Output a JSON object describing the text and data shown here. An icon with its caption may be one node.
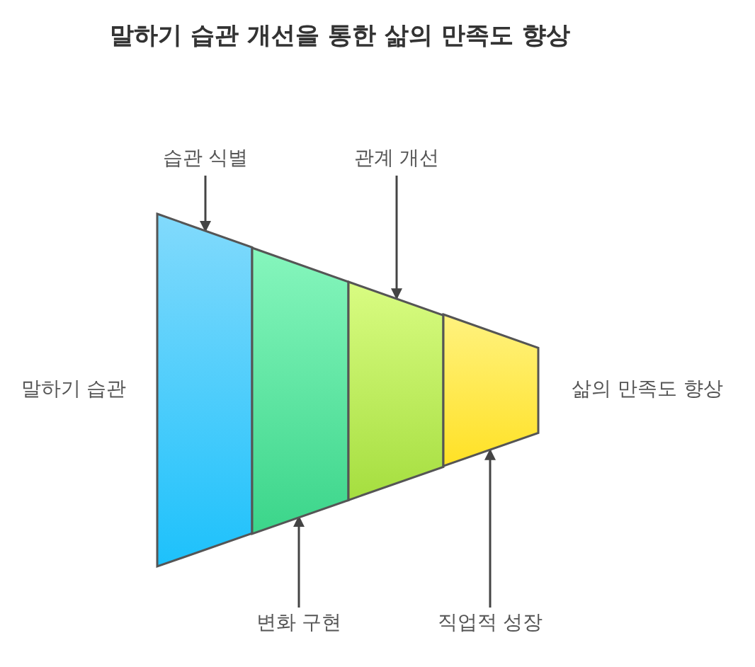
{
  "diagram": {
    "title": "말하기 습관 개선을 통한 삶의 만족도 향상",
    "nodes": [
      {
        "text": [],
        "shape": "box"
      },
      {
        "text": [],
        "shape": "box"
      },
      {
        "text": [],
        "shape": "box"
      },
      {
        "text": [],
        "shape": "box"
      },
      {
        "text": [
          "습관 식별"
        ]
      },
      {
        "text": [
          "관계 개선"
        ]
      },
      {
        "text": [
          "변화 구현"
        ]
      },
      {
        "text": [
          "직업적 성장"
        ]
      }
    ],
    "edges": [
      {
        "from": 4,
        "to": 0,
        "arrow": "to"
      },
      {
        "from": 5,
        "to": 2,
        "arrow": "to"
      },
      {
        "from": 6,
        "to": 1,
        "arrow": "to"
      },
      {
        "from": 7,
        "to": 3,
        "arrow": "to"
      }
    ],
    "labels": [
      "말하기 습관",
      "삶의 만족도 향상"
    ]
  }
}
